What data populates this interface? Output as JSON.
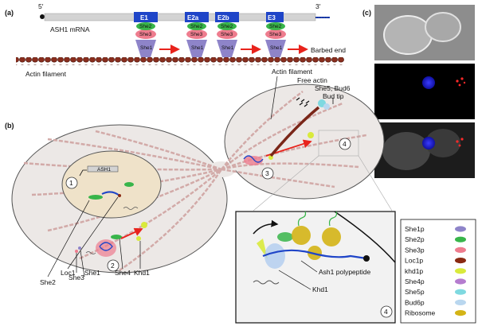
{
  "panels": {
    "a": "(a)",
    "b": "(b)",
    "c": "(c)"
  },
  "panel_a": {
    "five_prime": "5′",
    "three_prime": "3′",
    "mrna_label": "ASH1 mRNA",
    "elements": [
      "E1",
      "E2a",
      "E2b",
      "E3"
    ],
    "she2": "She2",
    "she3": "She3",
    "she1": "She1",
    "barbed_end": "Barbed end",
    "actin_filament": "Actin filament"
  },
  "panel_b": {
    "actin_filament": "Actin filament",
    "free_actin": "Free actin",
    "she5_bud6": "She5, Bud6",
    "bud_tip": "Bud tip",
    "ash1_gene": "ASH1",
    "steps": [
      "1",
      "2",
      "3",
      "4"
    ],
    "callouts": [
      "She2",
      "Loc1",
      "She3",
      "She1",
      "She4",
      "Khd1"
    ]
  },
  "inset": {
    "polypeptide": "Ash1 polypeptide",
    "khd1": "Khd1",
    "step": "4"
  },
  "legend": {
    "items": [
      {
        "label": "She1p",
        "color": "#8e84c9"
      },
      {
        "label": "She2p",
        "color": "#38b54a"
      },
      {
        "label": "She3p",
        "color": "#ee7c8e"
      },
      {
        "label": "Loc1p",
        "color": "#8a2a12"
      },
      {
        "label": "khd1p",
        "color": "#d9ea3c"
      },
      {
        "label": "She4p",
        "color": "#b57ccf"
      },
      {
        "label": "She5p",
        "color": "#7fd9e0"
      },
      {
        "label": "Bud6p",
        "color": "#b9d7ef"
      },
      {
        "label": "Ribosome",
        "color": "#d4b416"
      }
    ]
  },
  "colors": {
    "mrna": "#d3d3d3",
    "element": "#1f45c8",
    "actin": "#7a2618",
    "cell_bg": "#ece8e6",
    "filament": "#d2aaa8",
    "arrow": "#e8231c"
  }
}
